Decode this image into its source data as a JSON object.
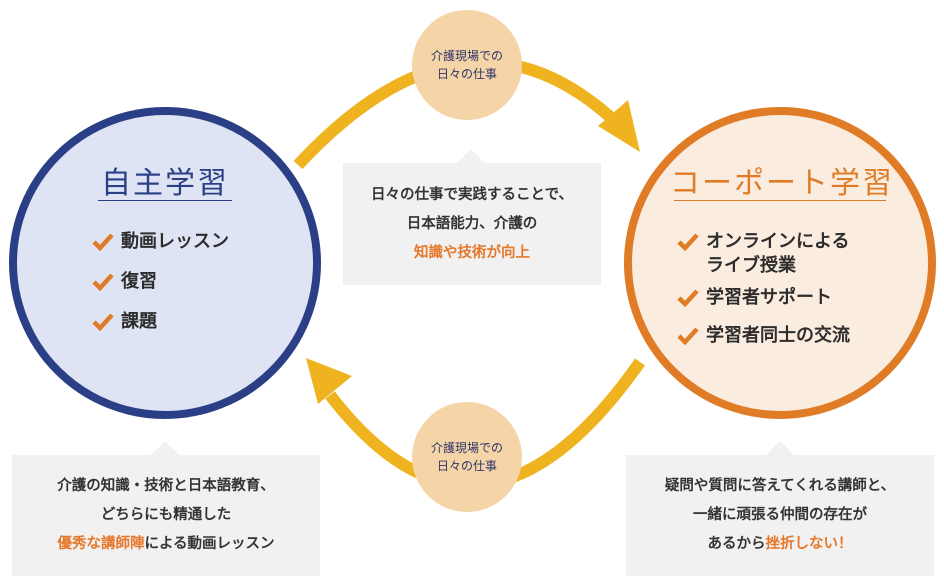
{
  "colors": {
    "left_circle_fill": "#dfe4f4",
    "left_circle_stroke": "#2b3f86",
    "left_title": "#2b3f86",
    "right_circle_fill": "#fbece0",
    "right_circle_stroke": "#e07b26",
    "right_title": "#e07b26",
    "check": "#e07b26",
    "cycle_arrow": "#f0b320",
    "bubble_fill": "#f5d5a8",
    "bubble_text": "#2b3468",
    "note_fill": "#f1f1f1",
    "highlight": "#e5782a"
  },
  "left_node": {
    "title": "自主学習",
    "items": [
      {
        "icon": "check-icon",
        "label": "動画レッスン"
      },
      {
        "icon": "check-icon",
        "label": "復習"
      },
      {
        "icon": "check-icon",
        "label": "課題"
      }
    ]
  },
  "right_node": {
    "title": "コーポート学習",
    "items": [
      {
        "icon": "check-icon",
        "line1": "オンラインによる",
        "line2": "ライブ授業"
      },
      {
        "icon": "check-icon",
        "line1": "学習者サポート"
      },
      {
        "icon": "check-icon",
        "line1": "学習者同士の交流"
      }
    ]
  },
  "top_bubble": {
    "line1": "介護現場での",
    "line2": "日々の仕事"
  },
  "bottom_bubble": {
    "line1": "介護現場での",
    "line2": "日々の仕事"
  },
  "center_note": {
    "line1": "日々の仕事で実践することで、",
    "line2": "日本語能力、介護の",
    "highlight": "知識や技術が向上"
  },
  "left_note": {
    "line1": "介護の知識・技術と日本語教育、",
    "line2": "どちらにも精通した",
    "line3_highlight": "優秀な講師陣",
    "line3_rest": "による動画レッスン"
  },
  "right_note": {
    "line1": "疑問や質問に答えてくれる講師と、",
    "line2": "一緒に頑張る仲間の存在が",
    "line3_rest": "あるから",
    "line3_highlight": "挫折しない！"
  }
}
